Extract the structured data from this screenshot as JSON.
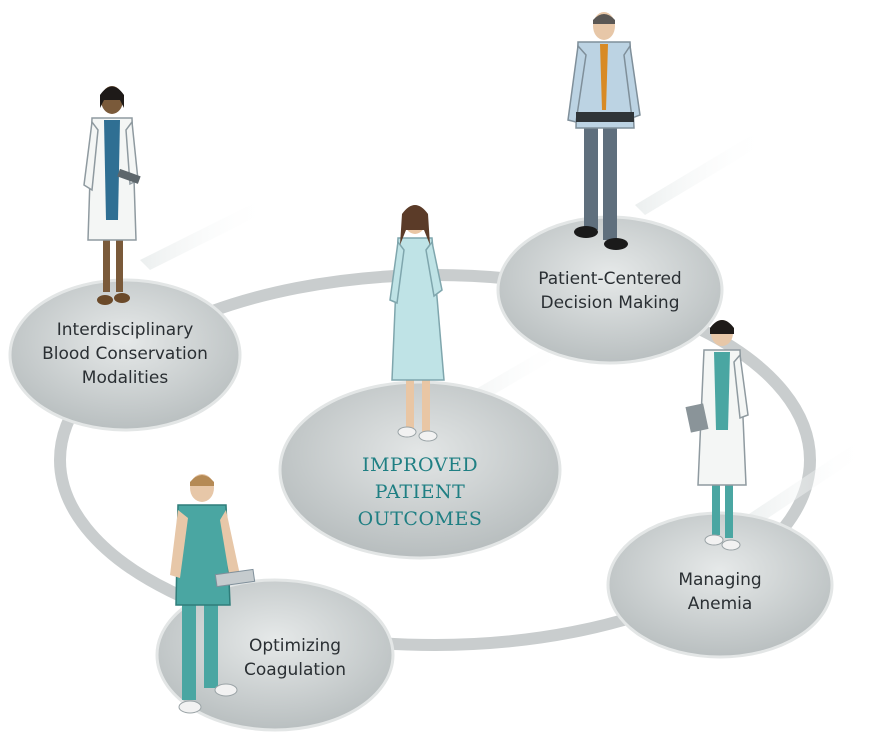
{
  "diagram": {
    "center": {
      "lines": [
        "IMPROVED",
        "PATIENT",
        "OUTCOMES"
      ]
    },
    "nodes": [
      {
        "id": "blood-conservation",
        "lines": [
          "Interdisciplinary",
          "Blood Conservation",
          "Modalities"
        ]
      },
      {
        "id": "decision-making",
        "lines": [
          "Patient-Centered",
          "Decision Making"
        ]
      },
      {
        "id": "anemia",
        "lines": [
          "Managing",
          "Anemia"
        ]
      },
      {
        "id": "coagulation",
        "lines": [
          "Optimizing",
          "Coagulation"
        ]
      }
    ],
    "colors": {
      "disc": "#c3c8c9",
      "disc_edge": "#e3e6e6",
      "ring": "#c9cdce",
      "center_text": "#1f7f83",
      "node_text": "#2a2f33",
      "scrub": "#4aa6a2",
      "coat": "#f4f6f5",
      "gown": "#bfe3e6"
    }
  }
}
